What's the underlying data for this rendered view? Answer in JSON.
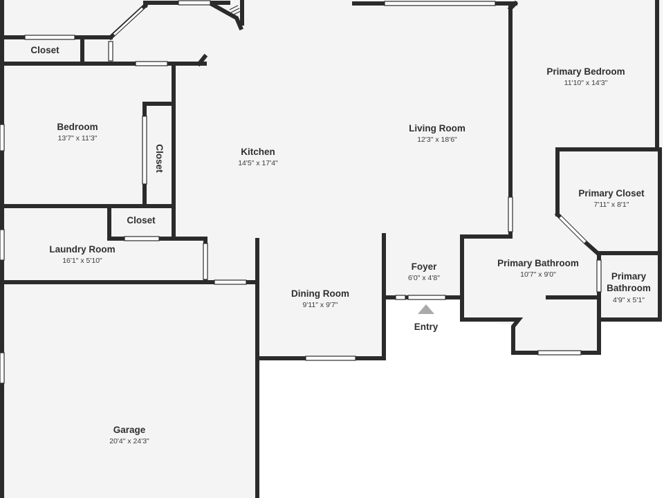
{
  "rooms": {
    "closet_top_left": {
      "name": "Closet"
    },
    "bedroom": {
      "name": "Bedroom",
      "dims": "13'7\" x 11'3\""
    },
    "bedroom_closet": {
      "name": "Closet"
    },
    "kitchen": {
      "name": "Kitchen",
      "dims": "14'5\" x 17'4\""
    },
    "living_room": {
      "name": "Living Room",
      "dims": "12'3\" x 18'6\""
    },
    "primary_bedroom": {
      "name": "Primary Bedroom",
      "dims": "11'10\" x 14'3\""
    },
    "primary_closet": {
      "name": "Primary Closet",
      "dims": "7'11\" x 8'1\""
    },
    "laundry_closet": {
      "name": "Closet"
    },
    "laundry_room": {
      "name": "Laundry Room",
      "dims": "16'1\" x 5'10\""
    },
    "foyer": {
      "name": "Foyer",
      "dims": "6'0\" x 4'8\""
    },
    "primary_bathroom": {
      "name": "Primary Bathroom",
      "dims": "10'7\" x 9'0\""
    },
    "primary_bathroom_2": {
      "name_line1": "Primary",
      "name_line2": "Bathroom",
      "dims": "4'9\" x 5'1\""
    },
    "dining_room": {
      "name": "Dining Room",
      "dims": "9'11\" x 9'7\""
    },
    "garage": {
      "name": "Garage",
      "dims": "20'4\" x 24'3\""
    }
  },
  "entry": {
    "label": "Entry"
  }
}
